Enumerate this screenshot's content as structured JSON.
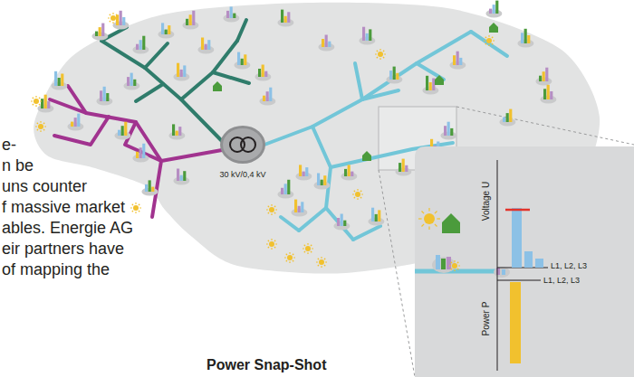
{
  "diagram": {
    "nodes": [
      {
        "text": [
          "30 kV/0,4 kV"
        ]
      },
      {
        "text": [
          "Voltage U",
          "L1, L2, L3",
          "L1, L2, L3",
          "Power P"
        ]
      }
    ],
    "labels": [
      "e-",
      "n be",
      "uns counter",
      "f massive market",
      "ables. Energie AG",
      "eir partners have",
      "of mapping the",
      "Power Snap-Shot"
    ]
  }
}
